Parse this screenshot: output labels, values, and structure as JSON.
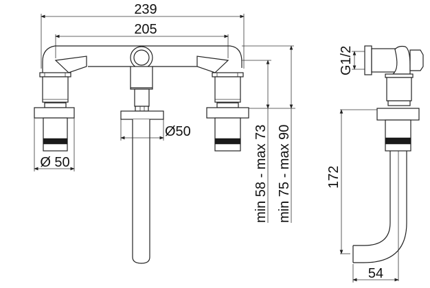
{
  "front_view": {
    "dim_overall_width": "239",
    "dim_center_width": "205",
    "dim_spout_rosette": "Ø50",
    "dim_handle_rosette": "Ø 50",
    "dim_height_1": "min 58 - max 73",
    "dim_height_2": "min 75 - max 90"
  },
  "side_view": {
    "dim_thread": "G1/2",
    "dim_spout_height": "172",
    "dim_spout_projection": "54"
  },
  "colors": {
    "line": "#222222",
    "knurl": "#1a1a1a",
    "background": "#ffffff"
  }
}
